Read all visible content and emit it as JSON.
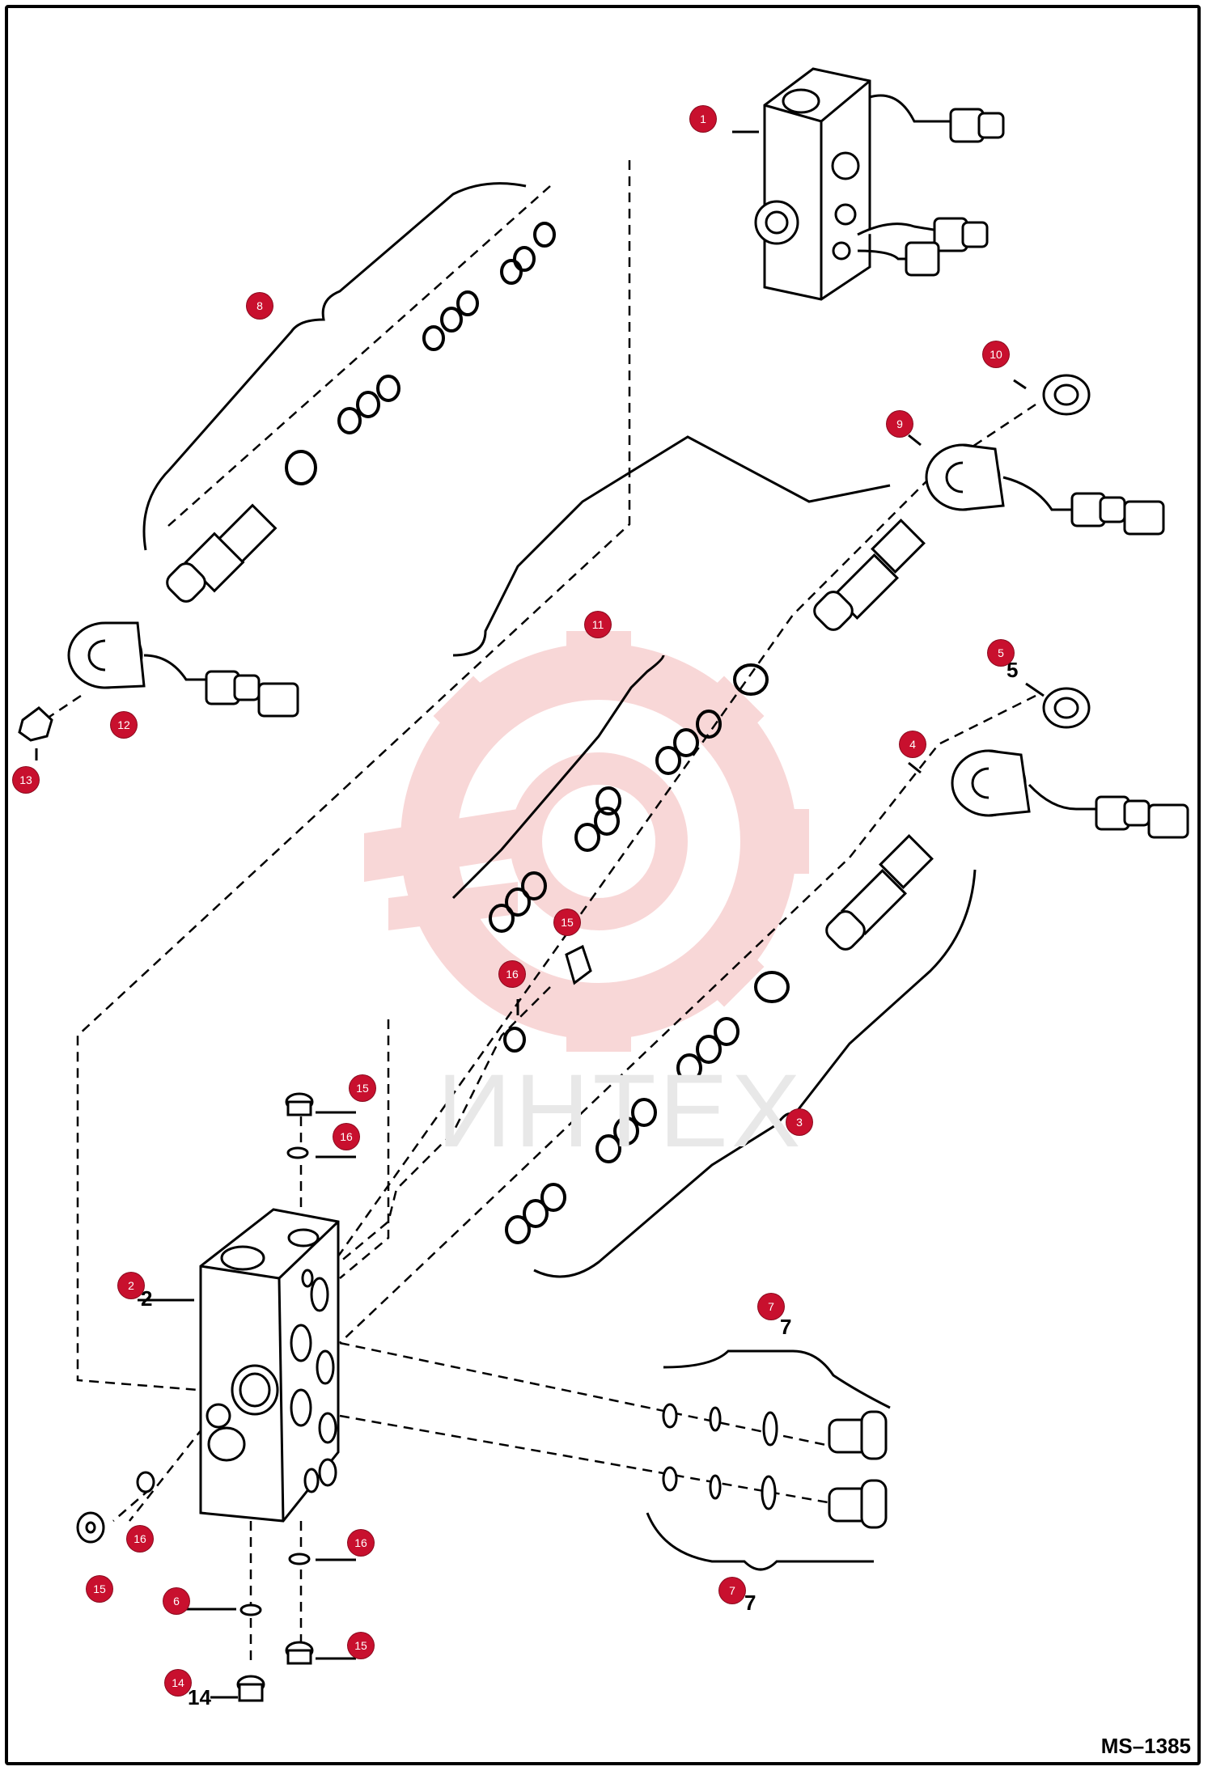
{
  "diagram": {
    "drawing_code": "MS–1385",
    "watermark": "ИНТЕХ",
    "colors": {
      "badge": "#c8102e",
      "line": "#000000",
      "watermark_gear": "#f4b8b8"
    },
    "callouts": [
      {
        "id": "c1",
        "label": "1"
      },
      {
        "id": "c2",
        "label": "2"
      },
      {
        "id": "c3",
        "label": "3"
      },
      {
        "id": "c4",
        "label": "4"
      },
      {
        "id": "c5",
        "label": "5"
      },
      {
        "id": "c6",
        "label": "6"
      },
      {
        "id": "c7a",
        "label": "7"
      },
      {
        "id": "c7b",
        "label": "7"
      },
      {
        "id": "c8",
        "label": "8"
      },
      {
        "id": "c9",
        "label": "9"
      },
      {
        "id": "c10",
        "label": "10"
      },
      {
        "id": "c11",
        "label": "11"
      },
      {
        "id": "c12",
        "label": "12"
      },
      {
        "id": "c13",
        "label": "13"
      },
      {
        "id": "c14",
        "label": "14"
      },
      {
        "id": "c15a",
        "label": "15"
      },
      {
        "id": "c15b",
        "label": "15"
      },
      {
        "id": "c15c",
        "label": "15"
      },
      {
        "id": "c15d",
        "label": "15"
      },
      {
        "id": "c16a",
        "label": "16"
      },
      {
        "id": "c16b",
        "label": "16"
      },
      {
        "id": "c16c",
        "label": "16"
      },
      {
        "id": "c16d",
        "label": "16"
      }
    ],
    "printed_labels": {
      "l2": "2",
      "l5": "5",
      "l7a": "7",
      "l7b": "7",
      "l14": "14"
    }
  }
}
